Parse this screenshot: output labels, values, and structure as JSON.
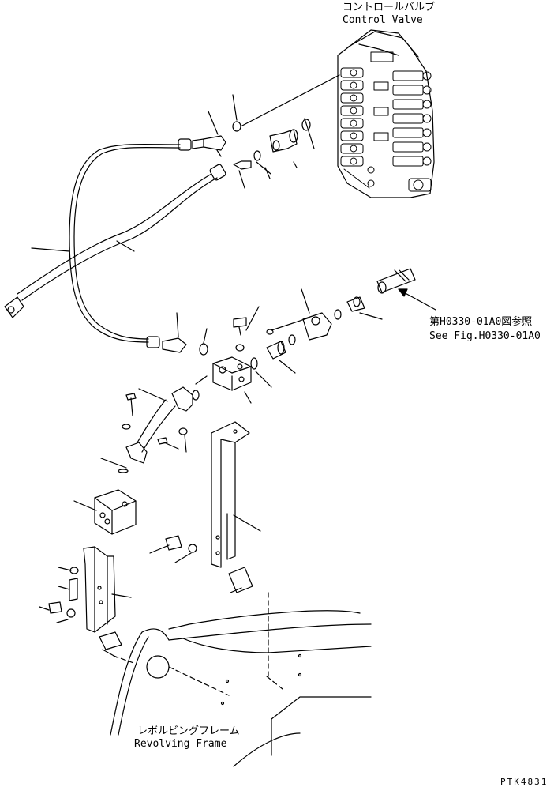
{
  "labels": {
    "control_valve_jp": "コントロールバルブ",
    "control_valve_en": "Control Valve",
    "ref_jp": "第H0330-01A0図参照",
    "ref_en": "See Fig.H0330-01A0",
    "revolving_frame_jp": "レボルビングフレーム",
    "revolving_frame_en": "Revolving Frame",
    "drawing_code": "PTK4831"
  }
}
